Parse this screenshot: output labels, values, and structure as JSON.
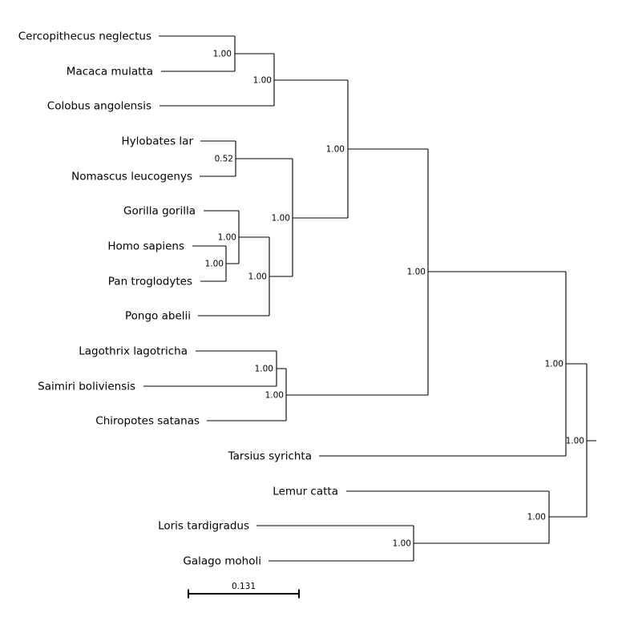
{
  "taxa": [
    "Cercopithecus neglectus",
    "Macaca mulatta",
    "Colobus angolensis",
    "Hylobates lar",
    "Nomascus leucogenys",
    "Gorilla gorilla",
    "Homo sapiens",
    "Pan troglodytes",
    "Pongo abelii",
    "Lagothrix lagotricha",
    "Saimiri boliviensis",
    "Chiropotes satanas",
    "Tarsius syrichta",
    "Lemur catta",
    "Loris tardigradus",
    "Galago moholi"
  ],
  "support_values": {
    "cercopithecus_macaca": "1.00",
    "cercopithecini_colobus": "1.00",
    "hylobates_nomascus": "0.52",
    "homo_pan": "1.00",
    "gorilla_homo_pan": "1.00",
    "great_apes": "1.00",
    "hominoidea": "1.00",
    "catarrhini": "1.00",
    "lagothrix_saimiri": "1.00",
    "platyrrhini": "1.00",
    "anthropoidea": "1.00",
    "haplorhini": "1.00",
    "loris_galago": "1.00",
    "strepsirrhini": "1.00",
    "root": "1.00"
  },
  "scale_bar": {
    "label": "0.131",
    "length": 0.131
  }
}
